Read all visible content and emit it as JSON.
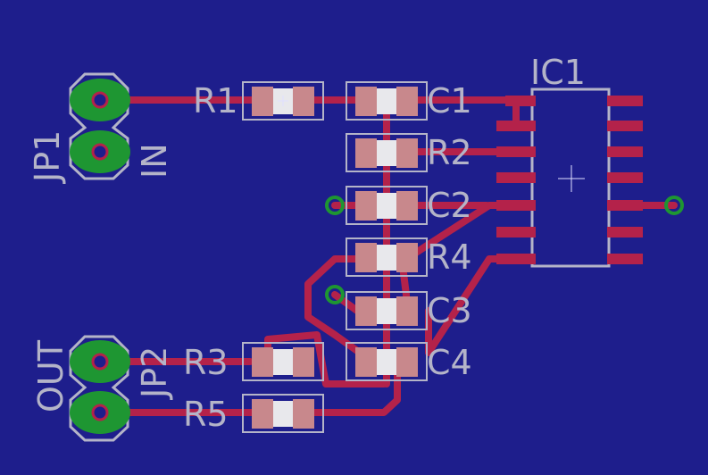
{
  "board": {
    "background": "#1e1e8c",
    "colors": {
      "trace": "#b4224a",
      "silkscreen": "#b4b4c8",
      "via": "#1e9632",
      "pad": "#c8888c"
    }
  },
  "labels": {
    "r1": "R1",
    "r2": "R2",
    "r3": "R3",
    "r4": "R4",
    "r5": "R5",
    "c1": "C1",
    "c2": "C2",
    "c3": "C3",
    "c4": "C4",
    "ic1": "IC1",
    "jp1": "JP1",
    "jp2": "JP2",
    "in": "IN",
    "out": "OUT"
  }
}
